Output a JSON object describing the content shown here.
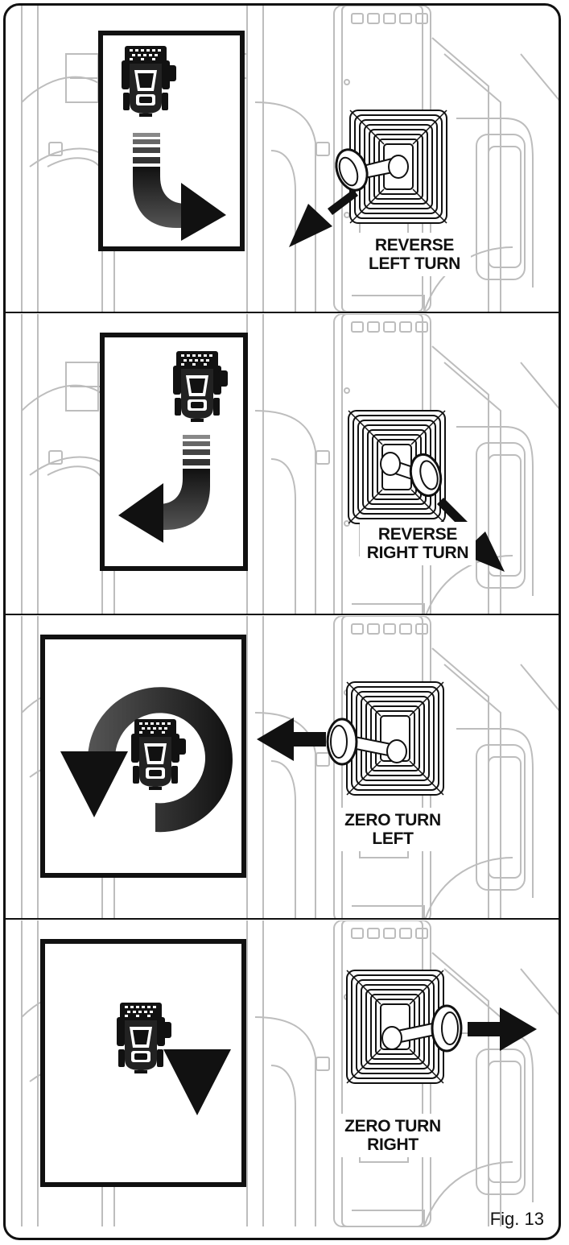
{
  "figure": {
    "caption": "Fig. 13"
  },
  "panels": [
    {
      "id": "reverse-left",
      "label_line1": "REVERSE",
      "label_line2": "LEFT TURN"
    },
    {
      "id": "reverse-right",
      "label_line1": "REVERSE",
      "label_line2": "RIGHT TURN"
    },
    {
      "id": "zero-left",
      "label_line1": "ZERO TURN",
      "label_line2": "LEFT"
    },
    {
      "id": "zero-right",
      "label_line1": "ZERO TURN",
      "label_line2": "RIGHT"
    }
  ],
  "colors": {
    "line": "#111111",
    "faint": "#b5b5b5",
    "arc_dark": "#111111",
    "arc_light": "#555555"
  }
}
